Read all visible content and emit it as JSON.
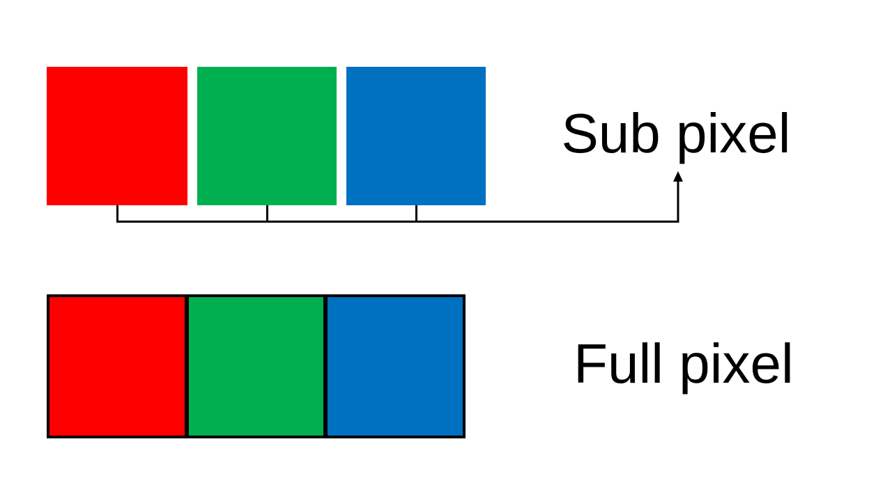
{
  "page": {
    "background": "#ffffff"
  },
  "subpixel_group": {
    "label": "Sub pixel",
    "cells": [
      {
        "name": "red-subpixel",
        "hex": "#ff0000"
      },
      {
        "name": "green-subpixel",
        "hex": "#00b050"
      },
      {
        "name": "blue-subpixel",
        "hex": "#0070c0"
      }
    ]
  },
  "fullpixel_group": {
    "label": "Full pixel",
    "cells": [
      {
        "name": "red-subpixel",
        "hex": "#ff0000"
      },
      {
        "name": "green-subpixel",
        "hex": "#00b050"
      },
      {
        "name": "blue-subpixel",
        "hex": "#0070c0"
      }
    ]
  },
  "connector": {
    "color": "#000000",
    "style": "bracket-with-up-arrow"
  }
}
